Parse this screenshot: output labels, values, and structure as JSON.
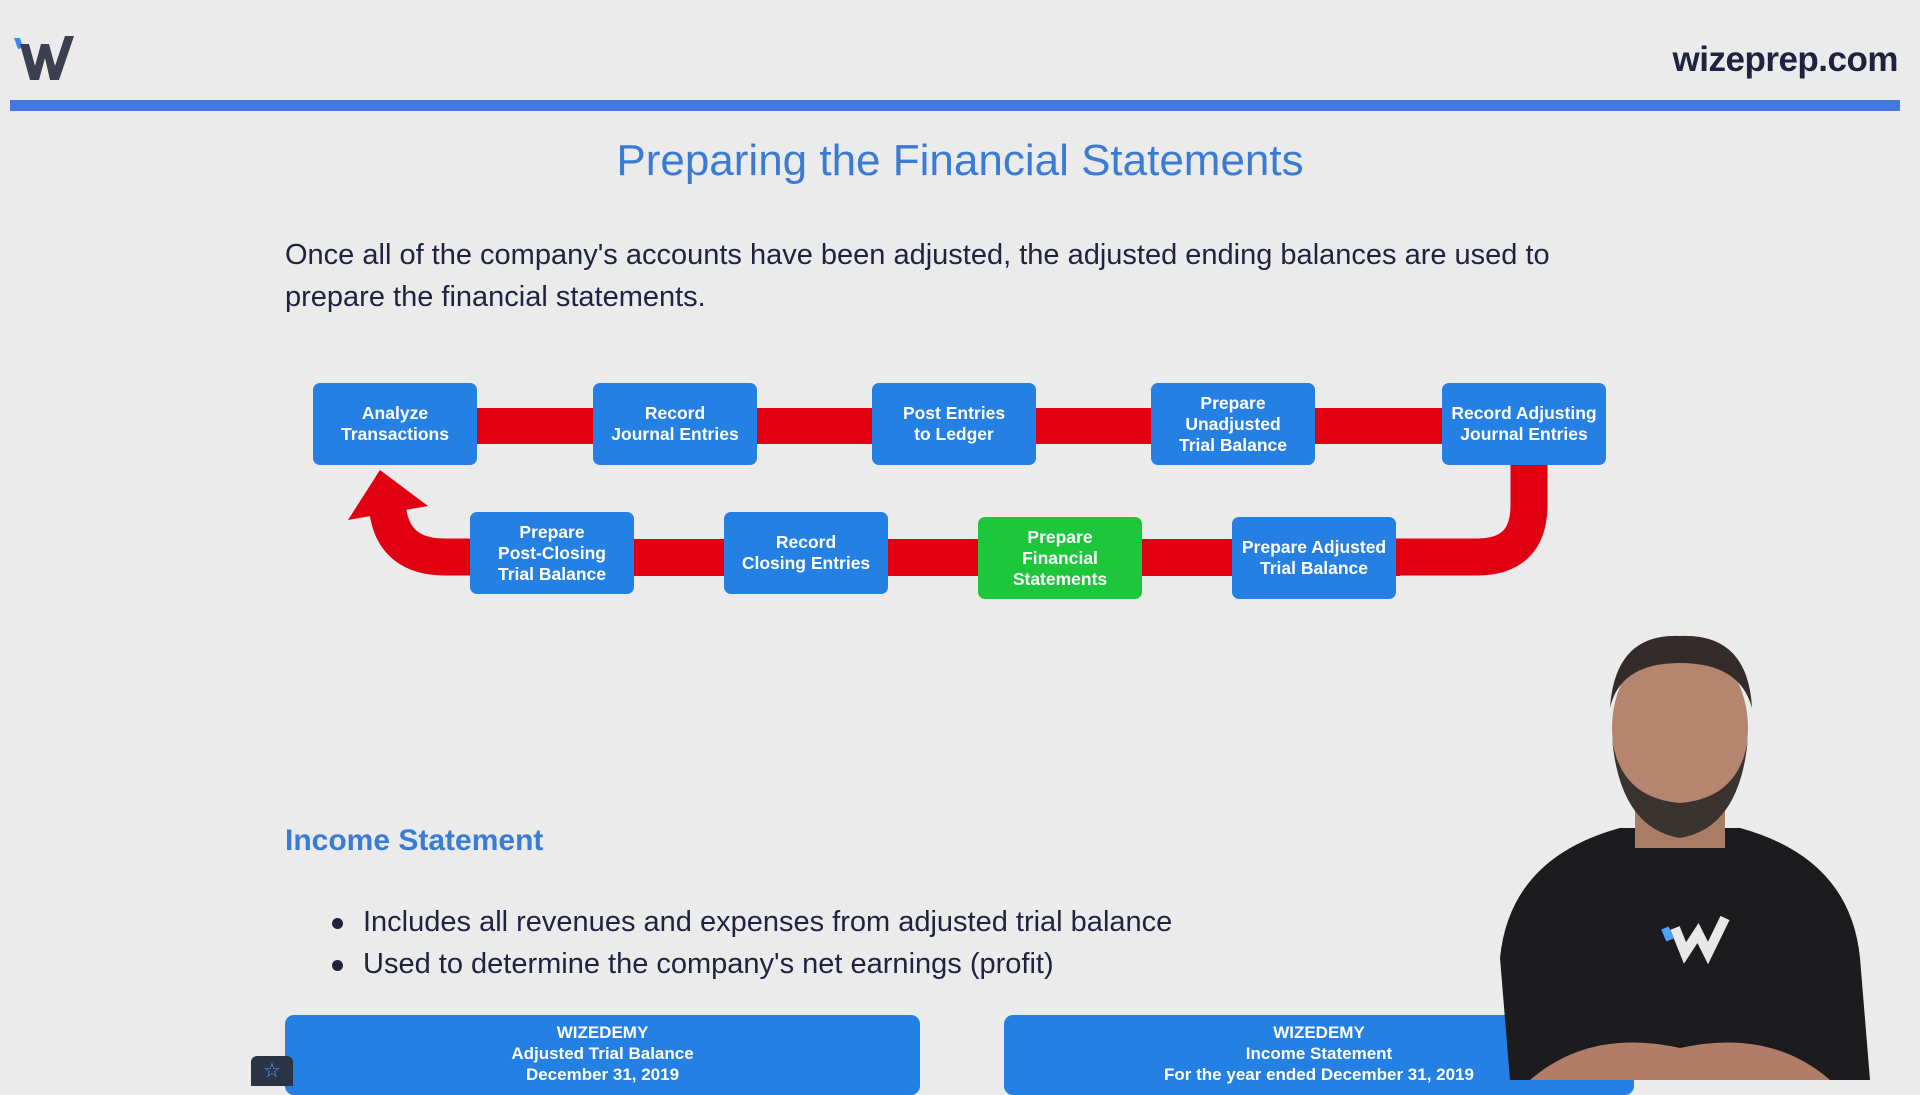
{
  "header": {
    "site": "wizeprep.com",
    "logo": "W",
    "accent": "#4378e0"
  },
  "title": "Preparing the Financial Statements",
  "intro": "Once all of the company's accounts have been adjusted, the adjusted ending balances are used to prepare the financial statements.",
  "cycle": {
    "top": [
      "Analyze\nTransactions",
      "Record\nJournal Entries",
      "Post Entries\nto Ledger",
      "Prepare\nUnadjusted\nTrial Balance",
      "Record Adjusting\nJournal Entries"
    ],
    "bottom": [
      "Prepare\nPost-Closing\nTrial Balance",
      "Record\nClosing Entries",
      "Prepare\nFinancial\nStatements",
      "Prepare Adjusted\nTrial Balance"
    ],
    "highlighted": "Prepare Financial Statements",
    "colors": {
      "step": "#2580e4",
      "highlight": "#1ec63b",
      "arrow": "#e00012"
    }
  },
  "section": {
    "heading": "Income Statement",
    "bullets": [
      "Includes all revenues and expenses from adjusted trial balance",
      "Used to determine the company's net earnings (profit)"
    ]
  },
  "cards": [
    {
      "company": "WIZEDEMY",
      "name": "Adjusted Trial Balance",
      "date": "December 31, 2019"
    },
    {
      "company": "WIZEDEMY",
      "name": "Income Statement",
      "date": "For the year ended December 31, 2019"
    }
  ],
  "star_icon": "star-icon"
}
